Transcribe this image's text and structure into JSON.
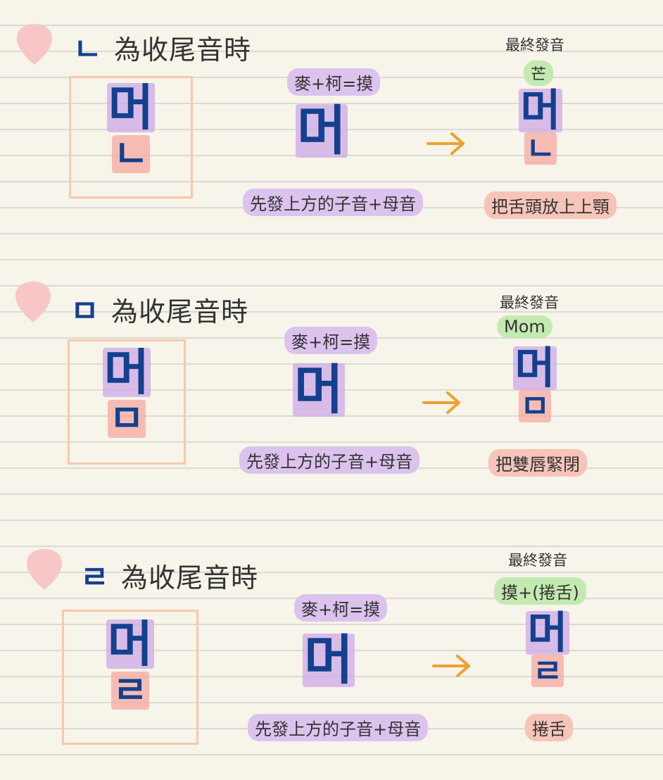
{
  "sections": [
    {
      "final_jamo": "ㄴ",
      "title": "為收尾音時",
      "main_syllable": {
        "top": "머",
        "bottom": "ㄴ"
      },
      "combo_label": "麥+柯=摸",
      "base_syllable": "머",
      "first_step": "先發上方的子音+母音",
      "final_label": "最終發音",
      "result_label": "芒",
      "result_syllable": {
        "top": "머",
        "bottom": "ㄴ"
      },
      "tip": "把舌頭放上上顎"
    },
    {
      "final_jamo": "ㅁ",
      "title": "為收尾音時",
      "main_syllable": {
        "top": "머",
        "bottom": "ㅁ"
      },
      "combo_label": "麥+柯=摸",
      "base_syllable": "머",
      "first_step": "先發上方的子音+母音",
      "final_label": "最終發音",
      "result_label": "Mom",
      "result_syllable": {
        "top": "머",
        "bottom": "ㅁ"
      },
      "tip": "把雙唇緊閉"
    },
    {
      "final_jamo": "ㄹ",
      "title": "為收尾音時",
      "main_syllable": {
        "top": "머",
        "bottom": "ㄹ"
      },
      "combo_label": "麥+柯=摸",
      "base_syllable": "머",
      "first_step": "先發上方的子音+母音",
      "final_label": "最終發音",
      "result_label": "摸+(捲舌)",
      "result_syllable": {
        "top": "머",
        "bottom": "ㄹ"
      },
      "tip": "捲舌"
    }
  ],
  "colors": {
    "ink": "#13408f",
    "heart": "#f8c6c6",
    "box": "#f9c8a9",
    "purple_highlight": "#dcc3ee",
    "red_highlight": "#f6c4b8",
    "green_highlight": "#c3eab0",
    "arrow": "#f0a030"
  },
  "icons": [
    "heart-icon",
    "arrow-right-icon"
  ]
}
